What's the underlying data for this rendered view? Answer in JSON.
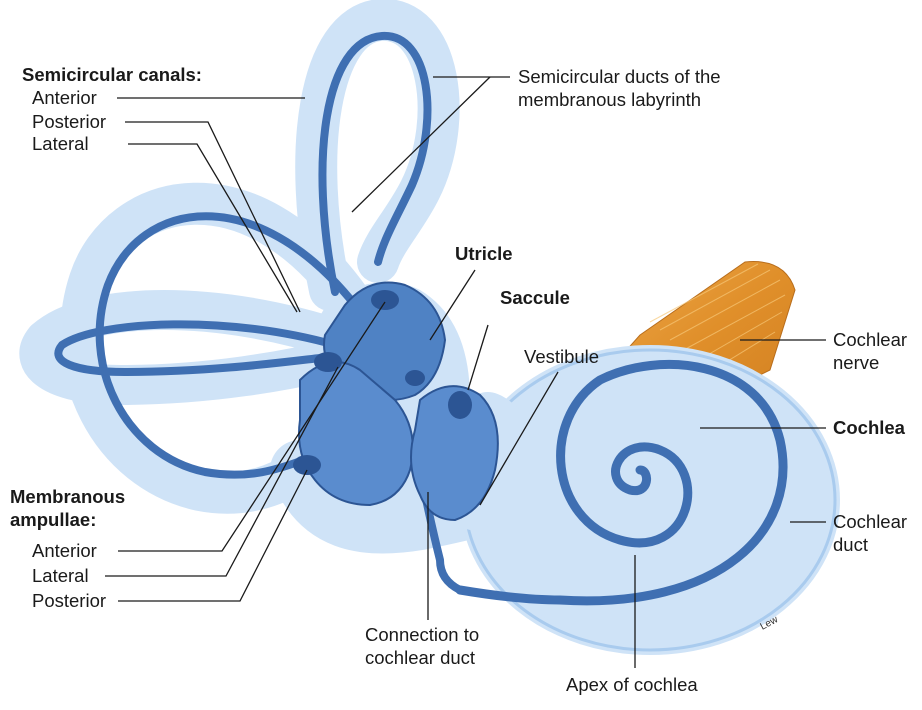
{
  "labels": {
    "semicircular_canals_heading": "Semicircular canals:",
    "canal_anterior": "Anterior",
    "canal_posterior": "Posterior",
    "canal_lateral": "Lateral",
    "semicircular_ducts_line1": "Semicircular ducts of the",
    "semicircular_ducts_line2": "membranous labyrinth",
    "utricle": "Utricle",
    "saccule": "Saccule",
    "vestibule": "Vestibule",
    "cochlear_nerve_line1": "Cochlear",
    "cochlear_nerve_line2": "nerve",
    "cochlea": "Cochlea",
    "cochlear_duct_line1": "Cochlear",
    "cochlear_duct_line2": "duct",
    "membranous_ampullae_line1": "Membranous",
    "membranous_ampullae_line2": "ampullae:",
    "ampulla_anterior": "Anterior",
    "ampulla_lateral": "Lateral",
    "ampulla_posterior": "Posterior",
    "connection_line1": "Connection to",
    "connection_line2": "cochlear duct",
    "apex_of_cochlea": "Apex of cochlea"
  },
  "signature": "Lew",
  "colors": {
    "bony_labyrinth": "#cfe3f7",
    "bony_labyrinth_edge": "#a9cbee",
    "membranous_duct": "#3f6fb2",
    "membranous_duct_dark": "#2c5594",
    "cochlear_nerve": "#e49a35",
    "leader_line": "#1a1a1a"
  }
}
